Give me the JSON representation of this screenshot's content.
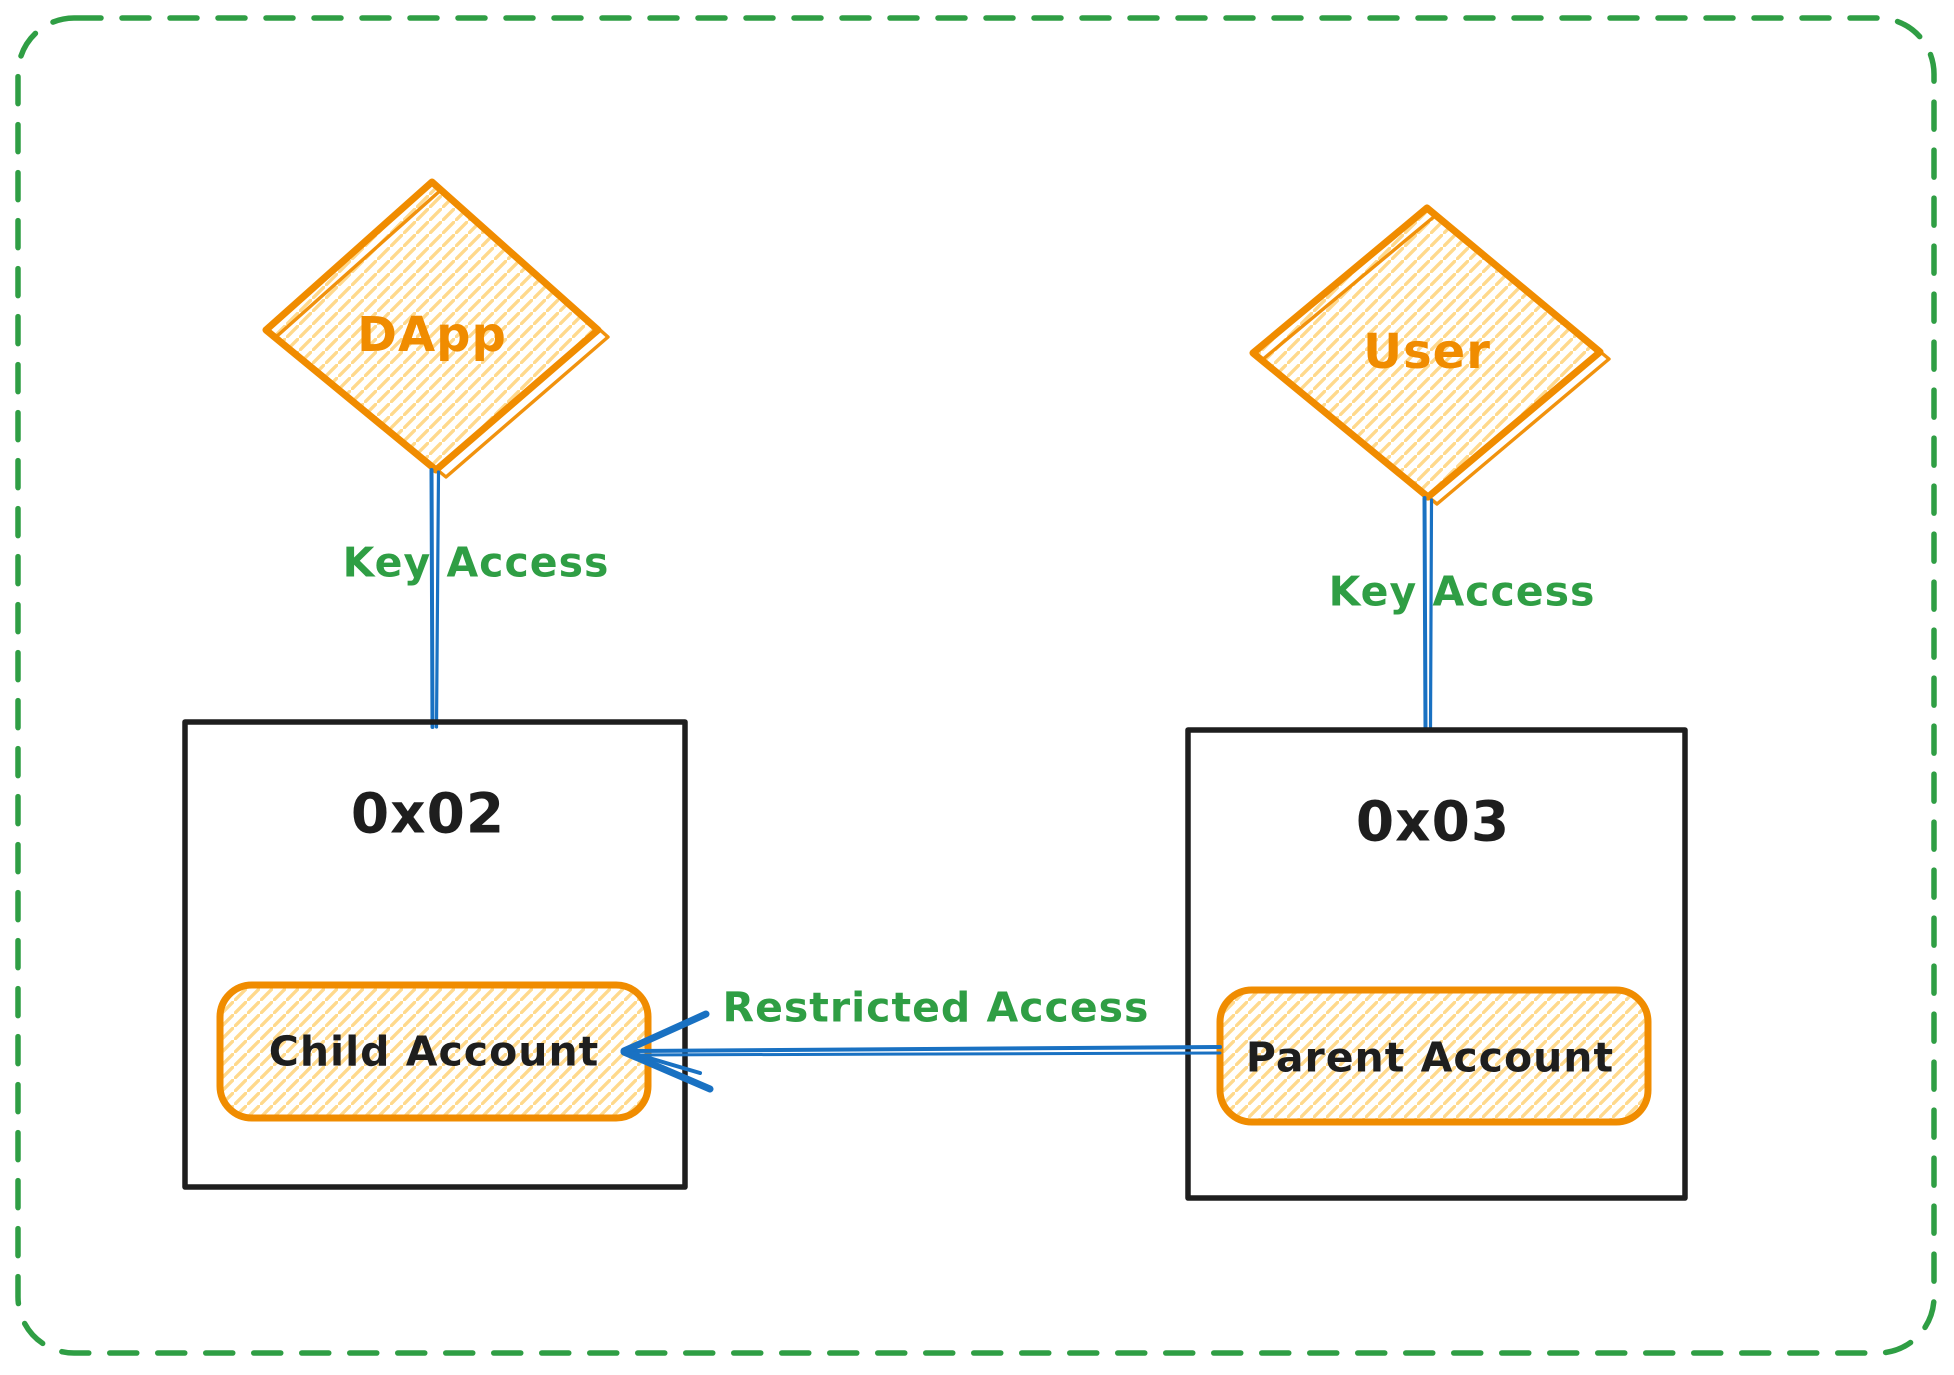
{
  "nodes": {
    "dapp": {
      "label": "DApp"
    },
    "user": {
      "label": "User"
    },
    "account_0x02": {
      "label": "0x02"
    },
    "account_0x03": {
      "label": "0x03"
    },
    "child_account": {
      "label": "Child Account"
    },
    "parent_account": {
      "label": "Parent Account"
    }
  },
  "edges": {
    "dapp_key_access": {
      "label": "Key Access"
    },
    "user_key_access": {
      "label": "Key Access"
    },
    "restricted_access": {
      "label": "Restricted Access"
    }
  },
  "colors": {
    "frame_green": "#2f9e44",
    "label_green": "#2f9e44",
    "shape_orange": "#f08c00",
    "hachure_yellow": "#ffd98c",
    "connector_blue": "#1971c2",
    "box_black": "#1e1e1e"
  }
}
